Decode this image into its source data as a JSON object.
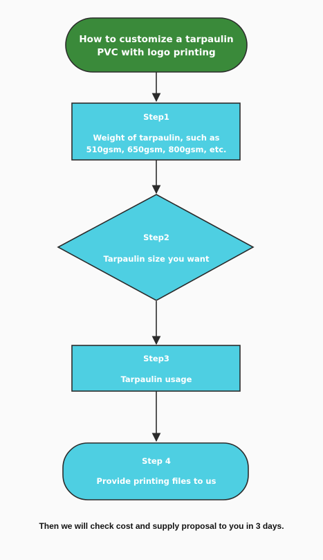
{
  "colors": {
    "start_fill": "#3a8a3a",
    "step_fill": "#4ecfe2",
    "stroke": "#2b2b2b",
    "text": "#ffffff",
    "background": "#fafafa"
  },
  "flowchart": {
    "start": {
      "line1": "How to customize a tarpaulin",
      "line2": "PVC with logo printing"
    },
    "step1": {
      "title": "Step1",
      "line1": "Weight of tarpaulin, such as",
      "line2": "510gsm, 650gsm, 800gsm, etc."
    },
    "step2": {
      "title": "Step2",
      "text": "Tarpaulin size you want"
    },
    "step3": {
      "title": "Step3",
      "text": "Tarpaulin usage"
    },
    "step4": {
      "title": "Step 4",
      "text": "Provide printing files to us"
    }
  },
  "footer": {
    "text": "Then we will check cost and supply proposal to you in 3 days."
  }
}
